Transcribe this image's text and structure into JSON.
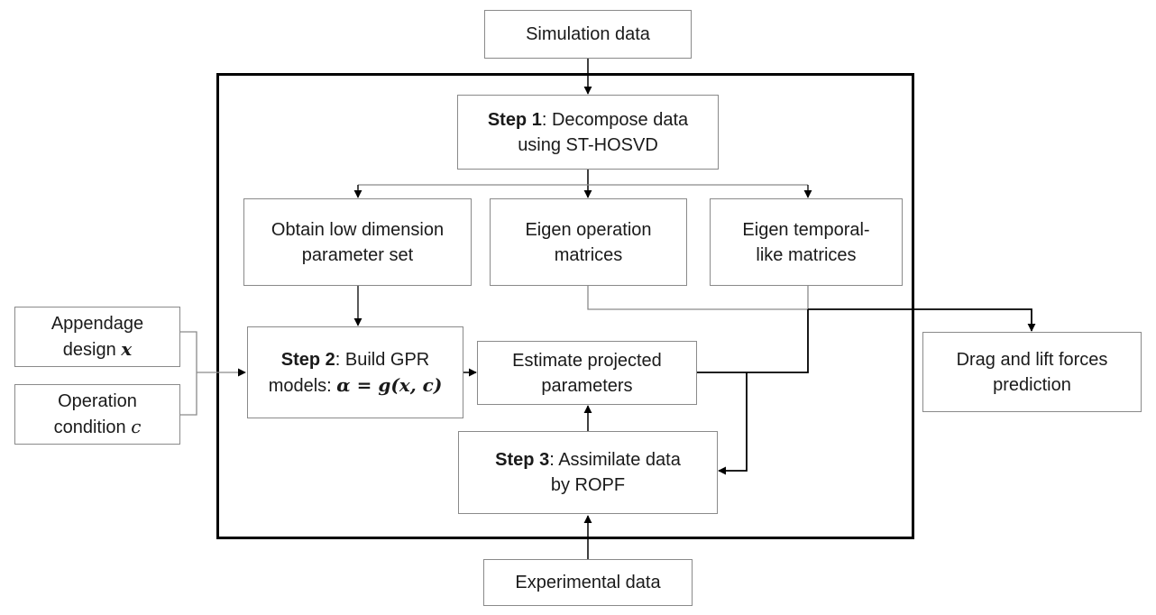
{
  "simulation": "Simulation data",
  "step1": {
    "bold": "Step 1",
    "rest": ": Decompose data",
    "line2": "using ST-HOSVD"
  },
  "obtain": {
    "line1": "Obtain low dimension",
    "line2": "parameter set"
  },
  "eigen_op": {
    "line1": "Eigen operation",
    "line2": "matrices"
  },
  "eigen_temp": {
    "line1": "Eigen temporal-",
    "line2": "like matrices"
  },
  "appendage": {
    "line1": "Appendage",
    "line2": "design",
    "var": "x"
  },
  "operation": {
    "line1": "Operation",
    "line2": "condition",
    "var": "c"
  },
  "step2": {
    "bold": "Step 2",
    "rest": ": Build GPR",
    "line2": "models:",
    "formula": "α = g(x, c)"
  },
  "estimate": {
    "line1": "Estimate projected",
    "line2": "parameters"
  },
  "drag": {
    "line1": "Drag and lift forces",
    "line2": "prediction"
  },
  "step3": {
    "bold": "Step 3",
    "rest": ": Assimilate data",
    "line2": "by ROPF"
  },
  "experimental": "Experimental data",
  "colors": {
    "box_border": "#8a8a8a",
    "frame": "#000000",
    "arrow": "#000000",
    "thin_line": "#8a8a8a"
  }
}
